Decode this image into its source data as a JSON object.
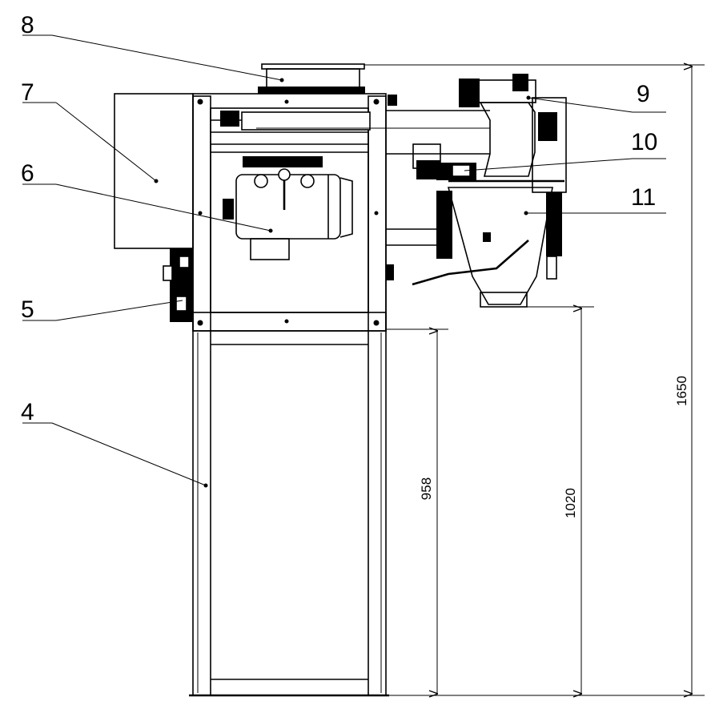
{
  "callouts": [
    {
      "id": "4",
      "text": "4"
    },
    {
      "id": "5",
      "text": "5"
    },
    {
      "id": "6",
      "text": "6"
    },
    {
      "id": "7",
      "text": "7"
    },
    {
      "id": "8",
      "text": "8"
    },
    {
      "id": "9",
      "text": "9"
    },
    {
      "id": "10",
      "text": "10"
    },
    {
      "id": "11",
      "text": "11"
    }
  ],
  "dimensions": {
    "frame_height": "958",
    "spout_height": "1020",
    "total_height": "1650"
  }
}
